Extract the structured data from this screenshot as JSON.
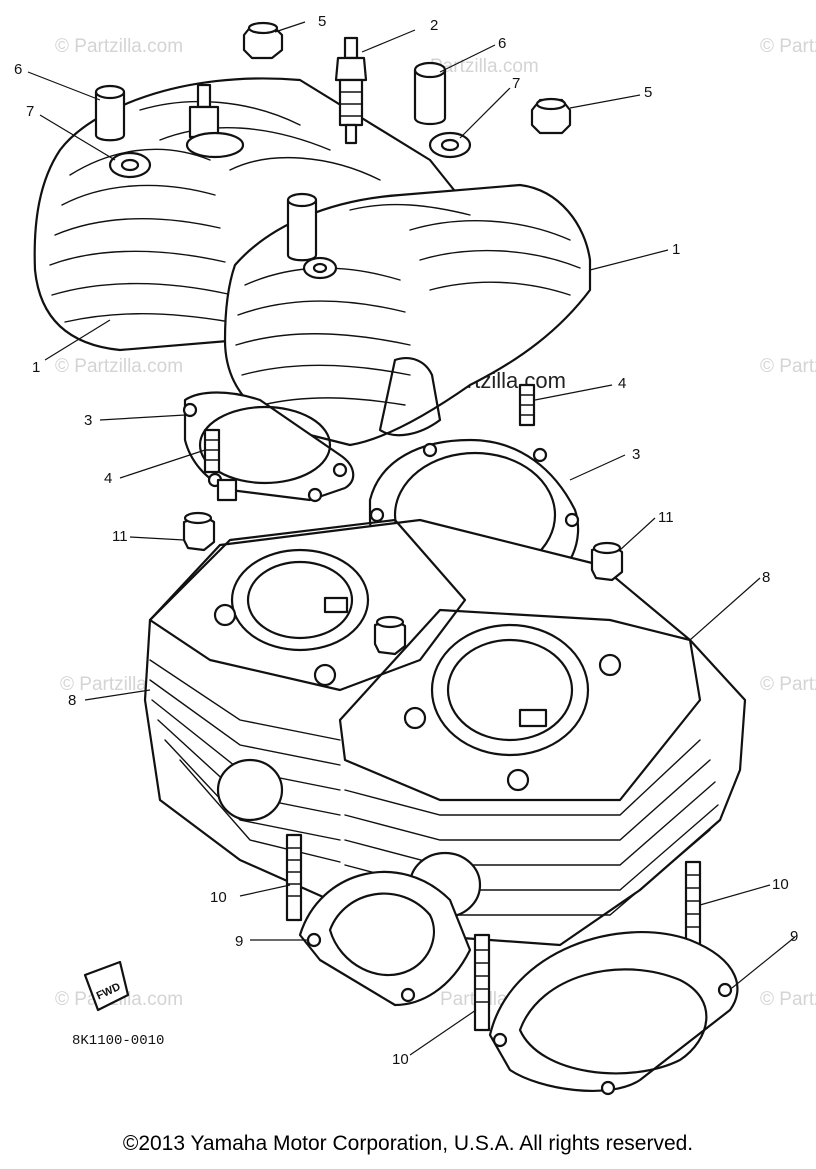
{
  "watermarks": [
    "© Partzilla.com",
    "Partzilla.com"
  ],
  "diagram_code": "8K1100-0010",
  "fwd_label": "FWD",
  "callouts": {
    "c1a": "1",
    "c1b": "1",
    "c2": "2",
    "c3a": "3",
    "c3b": "3",
    "c4a": "4",
    "c4b": "4",
    "c5a": "5",
    "c5b": "5",
    "c6a": "6",
    "c6b": "6",
    "c7a": "7",
    "c7b": "7",
    "c8a": "8",
    "c8b": "8",
    "c9a": "9",
    "c9b": "9",
    "c10a": "10",
    "c10b": "10",
    "c10c": "10",
    "c11a": "11",
    "c11b": "11"
  },
  "copyright": "©2013  Yamaha Motor Corporation, U.S.A. All rights reserved."
}
